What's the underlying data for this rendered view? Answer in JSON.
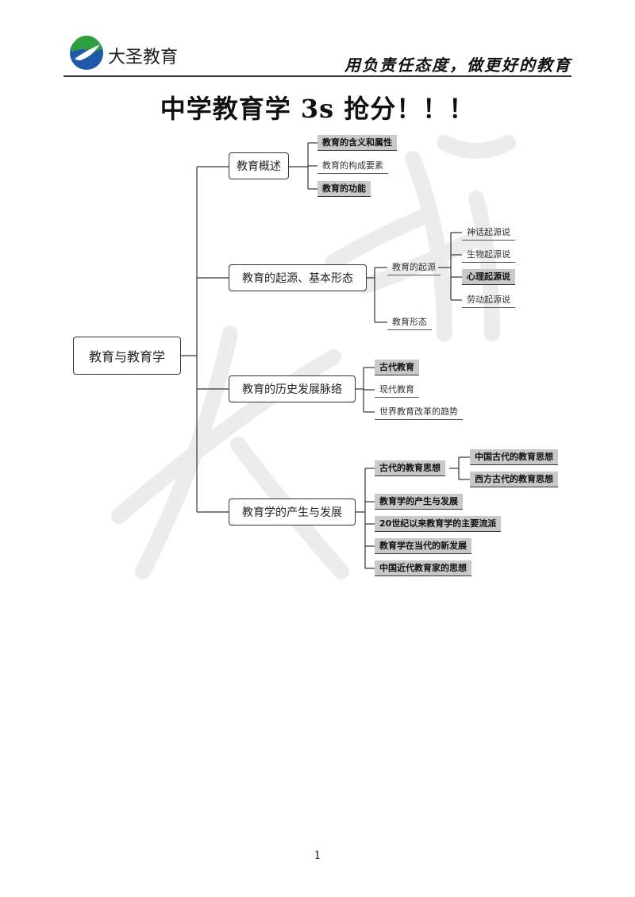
{
  "header": {
    "brand": "大圣教育",
    "slogan": "用负责任态度，做更好的教育"
  },
  "title": "中学教育学 3s 抢分！！！",
  "mindmap": {
    "root": "教育与教育学",
    "branches": [
      {
        "label": "教育概述",
        "children": [
          {
            "label": "教育的含义和属性",
            "highlight": true
          },
          {
            "label": "教育的构成要素",
            "highlight": false
          },
          {
            "label": "教育的功能",
            "highlight": true
          }
        ]
      },
      {
        "label": "教育的起源、基本形态",
        "children": [
          {
            "label": "教育的起源",
            "highlight": false,
            "children": [
              {
                "label": "神话起源说",
                "highlight": false
              },
              {
                "label": "生物起源说",
                "highlight": false
              },
              {
                "label": "心理起源说",
                "highlight": true
              },
              {
                "label": "劳动起源说",
                "highlight": false
              }
            ]
          },
          {
            "label": "教育形态",
            "highlight": false
          }
        ]
      },
      {
        "label": "教育的历史发展脉络",
        "children": [
          {
            "label": "古代教育",
            "highlight": true
          },
          {
            "label": "现代教育",
            "highlight": false
          },
          {
            "label": "世界教育改革的趋势",
            "highlight": false
          }
        ]
      },
      {
        "label": "教育学的产生与发展",
        "children": [
          {
            "label": "古代的教育思想",
            "highlight": true,
            "children": [
              {
                "label": "中国古代的教育思想",
                "highlight": true
              },
              {
                "label": "西方古代的教育思想",
                "highlight": true
              }
            ]
          },
          {
            "label": "教育学的产生与发展",
            "highlight": true
          },
          {
            "label": "20世纪以来教育学的主要流派",
            "highlight": true
          },
          {
            "label": "教育学在当代的新发展",
            "highlight": true
          },
          {
            "label": "中国近代教育家的思想",
            "highlight": true
          }
        ]
      }
    ]
  },
  "footer": {
    "page_number": "1"
  },
  "colors": {
    "logo_green": "#2e9e3f",
    "logo_blue": "#1f5aa8",
    "highlight_bg": "#c9c9c9",
    "watermark": "#ececec"
  },
  "icons": {
    "logo": "swallow-circle-logo-icon"
  }
}
